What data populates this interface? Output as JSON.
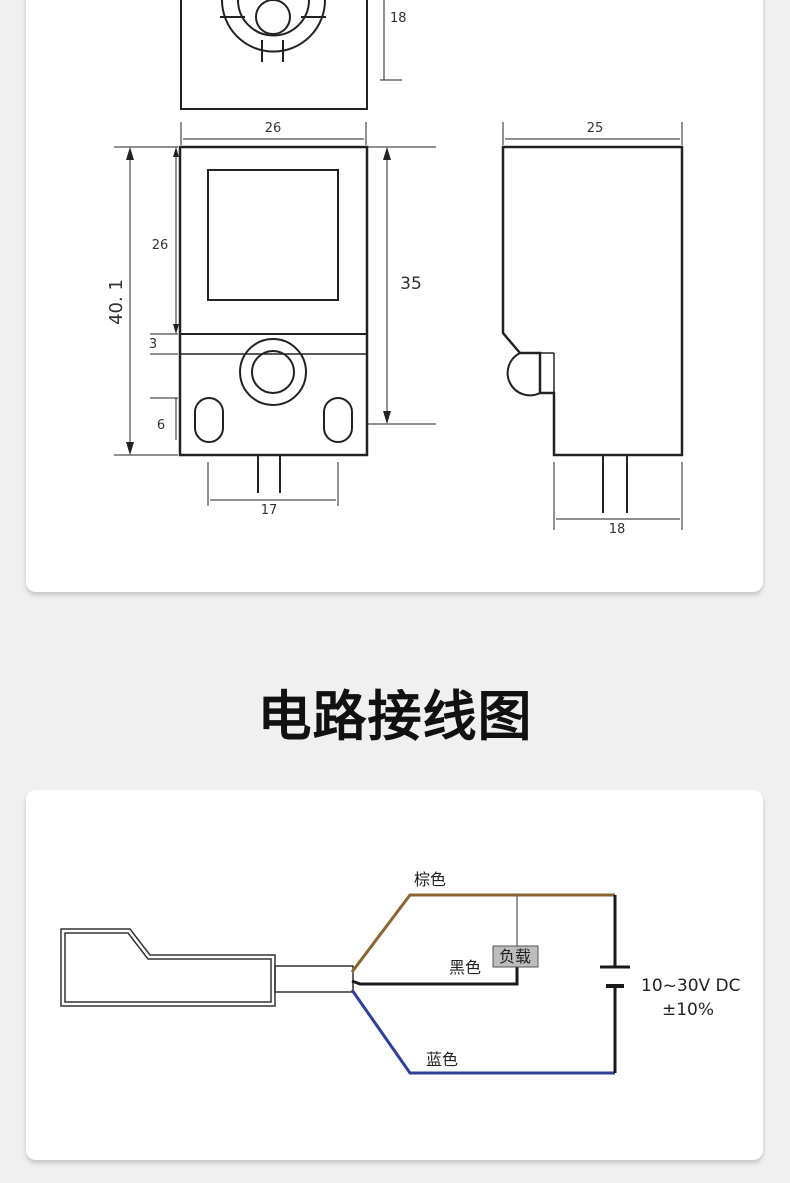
{
  "dimension_drawing": {
    "dimensions": {
      "top_view_height": "18",
      "front_width": "26",
      "front_total_height": "40. 1",
      "front_window_height": "26",
      "front_sensing_height": "35",
      "front_gap": "3",
      "front_hole_height": "6",
      "front_pin_span": "17",
      "side_depth": "25",
      "side_pin_span": "18"
    }
  },
  "section_title": "电路接线图",
  "wiring": {
    "brown_label": "棕色",
    "black_label": "黑色",
    "blue_label": "蓝色",
    "load_label": "负载",
    "supply_line1": "10~30V DC",
    "supply_line2": "±10%",
    "colors": {
      "brown": "#8a6530",
      "black": "#1a1a1a",
      "blue": "#2f3f9a",
      "outline": "#333333"
    }
  }
}
